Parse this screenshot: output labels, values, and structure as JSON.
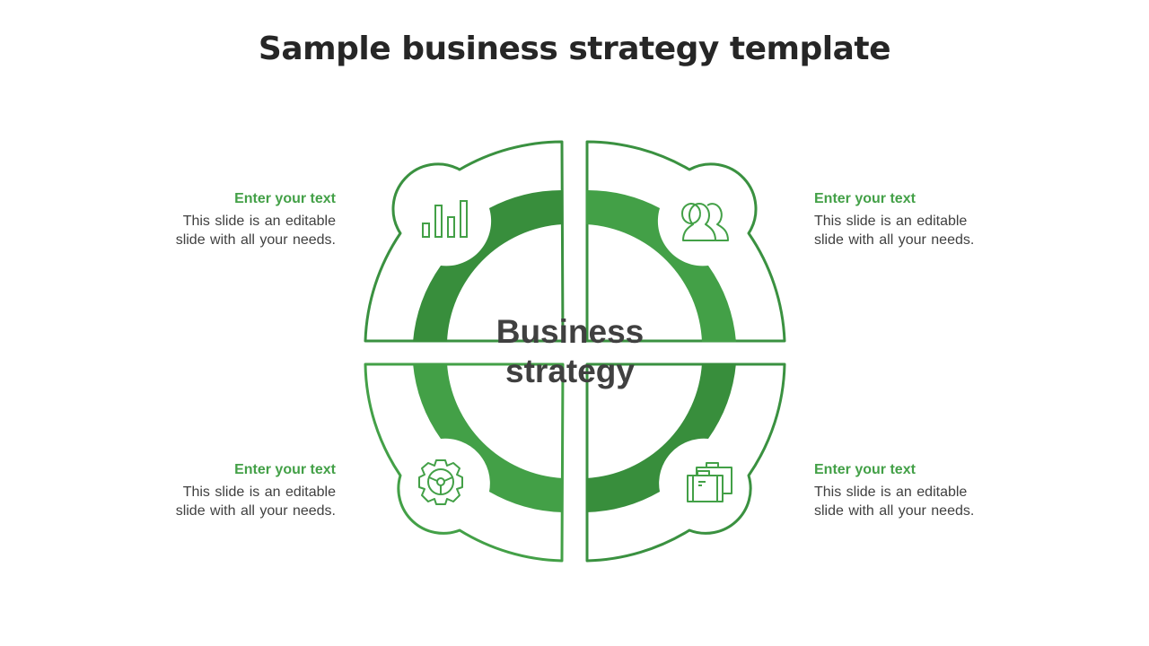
{
  "title": "Sample business strategy template",
  "center": {
    "line1": "Business",
    "line2": "strategy"
  },
  "colors": {
    "green_dark": "#388E3C",
    "green_light": "#43A047",
    "outline": "#3A9140",
    "heading_text": "#43A047",
    "body_text": "#404040",
    "title_text": "#262626"
  },
  "segments": [
    {
      "id": "top-left",
      "icon": "bar-chart-icon",
      "heading": "Enter your text",
      "body_line1": "This slide is an editable",
      "body_line2": "slide with all your needs."
    },
    {
      "id": "top-right",
      "icon": "users-icon",
      "heading": "Enter your text",
      "body_line1": "This slide is an editable",
      "body_line2": "slide with all your needs."
    },
    {
      "id": "bottom-left",
      "icon": "steering-gear-icon",
      "heading": "Enter your text",
      "body_line1": "This slide is an editable",
      "body_line2": "slide with all your needs."
    },
    {
      "id": "bottom-right",
      "icon": "briefcases-icon",
      "heading": "Enter your text",
      "body_line1": "This slide is an editable",
      "body_line2": "slide with all your needs."
    }
  ]
}
